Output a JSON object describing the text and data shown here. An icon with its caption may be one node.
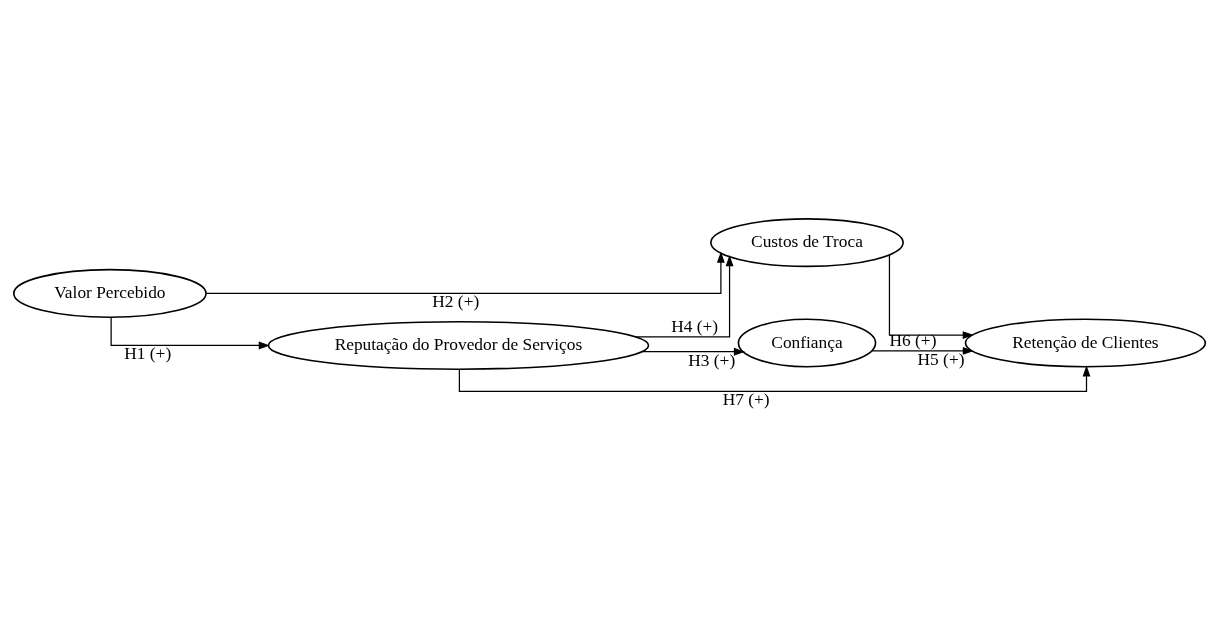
{
  "diagram": {
    "nodes": [
      {
        "text": [
          "Valor Percebido"
        ]
      },
      {
        "text": [
          "Reputação do Provedor de Serviços"
        ]
      },
      {
        "text": [
          "Custos de Troca"
        ]
      },
      {
        "text": [
          "Confiança"
        ]
      },
      {
        "text": [
          "Retenção de Clientes"
        ]
      }
    ],
    "edges": [
      {
        "from": 0,
        "to": 1,
        "arrow": "to",
        "label": "H1 (+)"
      },
      {
        "from": 0,
        "to": 2,
        "arrow": "to",
        "label": "H2 (+)"
      },
      {
        "from": 1,
        "to": 3,
        "arrow": "to",
        "label": "H3 (+)"
      },
      {
        "from": 1,
        "to": 2,
        "arrow": "to",
        "label": "H4 (+)"
      },
      {
        "from": 3,
        "to": 4,
        "arrow": "to",
        "label": "H5 (+)"
      },
      {
        "from": 2,
        "to": 4,
        "arrow": "to",
        "label": "H6 (+)"
      },
      {
        "from": 1,
        "to": 4,
        "arrow": "to",
        "label": "H7 (+)"
      }
    ]
  }
}
